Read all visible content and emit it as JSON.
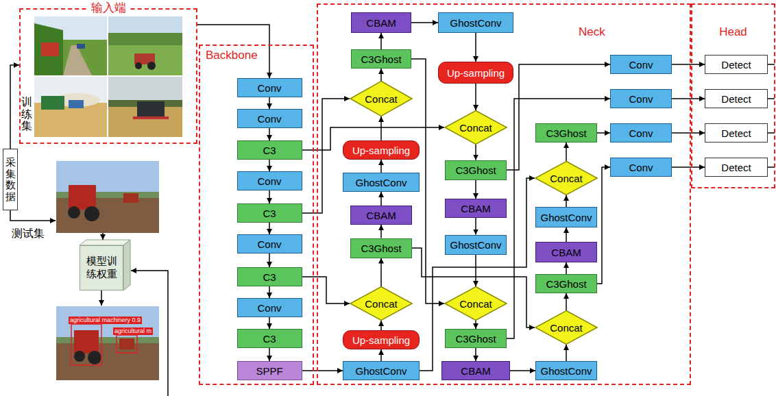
{
  "diagram": {
    "nodes": [
      {
        "text": [
          "输入端"
        ]
      },
      {
        "text": [
          "采集数据"
        ]
      },
      {
        "text": [
          "模型训练权重"
        ]
      },
      {
        "text": [
          "Backbone"
        ]
      },
      {
        "text": [
          "Conv"
        ],
        "in": 3
      },
      {
        "text": [
          "Conv"
        ],
        "in": 3
      },
      {
        "text": [
          "C3"
        ],
        "in": 3
      },
      {
        "text": [
          "Conv"
        ],
        "in": 3
      },
      {
        "text": [
          "C3"
        ],
        "in": 3
      },
      {
        "text": [
          "Conv"
        ],
        "in": 3
      },
      {
        "text": [
          "C3"
        ],
        "in": 3
      },
      {
        "text": [
          "Conv"
        ],
        "in": 3
      },
      {
        "text": [
          "C3"
        ],
        "in": 3
      },
      {
        "text": [
          "SPPF"
        ],
        "in": 3
      },
      {
        "text": [
          "Neck"
        ]
      },
      {
        "text": [
          "CBAM"
        ],
        "in": 14
      },
      {
        "text": [
          "C3Ghost"
        ],
        "in": 14
      },
      {
        "text": [
          "Concat"
        ],
        "in": 14
      },
      {
        "text": [
          "Up-sampling"
        ],
        "in": 14
      },
      {
        "text": [
          "GhostConv"
        ],
        "in": 14
      },
      {
        "text": [
          "CBAM"
        ],
        "in": 14
      },
      {
        "text": [
          "C3Ghost"
        ],
        "in": 14
      },
      {
        "text": [
          "Concat"
        ],
        "in": 14
      },
      {
        "text": [
          "Up-sampling"
        ],
        "in": 14
      },
      {
        "text": [
          "GhostConv"
        ],
        "in": 14
      },
      {
        "text": [
          "GhostConv"
        ],
        "in": 14
      },
      {
        "text": [
          "Up-sampling"
        ],
        "in": 14
      },
      {
        "text": [
          "Concat"
        ],
        "in": 14
      },
      {
        "text": [
          "C3Ghost"
        ],
        "in": 14
      },
      {
        "text": [
          "CBAM"
        ],
        "in": 14
      },
      {
        "text": [
          "GhostConv"
        ],
        "in": 14
      },
      {
        "text": [
          "Concat"
        ],
        "in": 14
      },
      {
        "text": [
          "C3Ghost"
        ],
        "in": 14
      },
      {
        "text": [
          "CBAM"
        ],
        "in": 14
      },
      {
        "text": [
          "C3Ghost"
        ],
        "in": 14
      },
      {
        "text": [
          "Concat"
        ],
        "in": 14
      },
      {
        "text": [
          "GhostConv"
        ],
        "in": 14
      },
      {
        "text": [
          "CBAM"
        ],
        "in": 14
      },
      {
        "text": [
          "C3Ghost"
        ],
        "in": 14
      },
      {
        "text": [
          "Concat"
        ],
        "in": 14
      },
      {
        "text": [
          "GhostConv"
        ],
        "in": 14
      },
      {
        "text": [
          "Conv"
        ],
        "in": 14
      },
      {
        "text": [
          "Conv"
        ],
        "in": 14
      },
      {
        "text": [
          "Conv"
        ],
        "in": 14
      },
      {
        "text": [
          "Conv"
        ],
        "in": 14
      },
      {
        "text": [
          "Head"
        ]
      },
      {
        "text": [
          "Detect"
        ],
        "in": 45
      },
      {
        "text": [
          "Detect"
        ],
        "in": 45
      },
      {
        "text": [
          "Detect"
        ],
        "in": 45
      },
      {
        "text": [
          "Detect"
        ],
        "in": 45
      }
    ],
    "edges": [
      {
        "from": 0,
        "to": 4,
        "arrow": "to"
      },
      {
        "from": 1,
        "to": 0,
        "arrow": "to"
      },
      {
        "from": 4,
        "to": 5,
        "arrow": "to"
      },
      {
        "from": 5,
        "to": 6,
        "arrow": "to"
      },
      {
        "from": 6,
        "to": 7,
        "arrow": "to"
      },
      {
        "from": 7,
        "to": 8,
        "arrow": "to"
      },
      {
        "from": 8,
        "to": 9,
        "arrow": "to"
      },
      {
        "from": 9,
        "to": 10,
        "arrow": "to"
      },
      {
        "from": 10,
        "to": 11,
        "arrow": "to"
      },
      {
        "from": 11,
        "to": 12,
        "arrow": "to"
      },
      {
        "from": 12,
        "to": 13,
        "arrow": "to"
      },
      {
        "from": 13,
        "to": 24,
        "arrow": "to"
      },
      {
        "from": 24,
        "to": 23,
        "arrow": "to"
      },
      {
        "from": 23,
        "to": 22,
        "arrow": "to"
      },
      {
        "from": 10,
        "to": 22,
        "arrow": "to"
      },
      {
        "from": 22,
        "to": 21,
        "arrow": "to"
      },
      {
        "from": 21,
        "to": 20,
        "arrow": "to"
      },
      {
        "from": 20,
        "to": 19,
        "arrow": "to"
      },
      {
        "from": 19,
        "to": 18,
        "arrow": "to"
      },
      {
        "from": 18,
        "to": 17,
        "arrow": "to"
      },
      {
        "from": 8,
        "to": 17,
        "arrow": "to"
      },
      {
        "from": 17,
        "to": 16,
        "arrow": "to"
      },
      {
        "from": 16,
        "to": 15,
        "arrow": "to"
      },
      {
        "from": 15,
        "to": 25,
        "arrow": "to"
      },
      {
        "from": 25,
        "to": 26,
        "arrow": "to"
      },
      {
        "from": 26,
        "to": 27,
        "arrow": "to"
      },
      {
        "from": 6,
        "to": 27,
        "arrow": "to"
      },
      {
        "from": 27,
        "to": 28,
        "arrow": "to"
      },
      {
        "from": 28,
        "to": 41,
        "arrow": "to"
      },
      {
        "from": 28,
        "to": 29,
        "arrow": "to"
      },
      {
        "from": 29,
        "to": 30,
        "arrow": "to"
      },
      {
        "from": 30,
        "to": 31,
        "arrow": "to"
      },
      {
        "from": 16,
        "to": 31,
        "arrow": "to"
      },
      {
        "from": 31,
        "to": 32,
        "arrow": "to"
      },
      {
        "from": 32,
        "to": 42,
        "arrow": "to"
      },
      {
        "from": 32,
        "to": 33,
        "arrow": "to"
      },
      {
        "from": 33,
        "to": 40,
        "arrow": "to"
      },
      {
        "from": 40,
        "to": 39,
        "arrow": "to"
      },
      {
        "from": 21,
        "to": 39,
        "arrow": "to"
      },
      {
        "from": 39,
        "to": 38,
        "arrow": "to"
      },
      {
        "from": 38,
        "to": 44,
        "arrow": "to"
      },
      {
        "from": 38,
        "to": 37,
        "arrow": "to"
      },
      {
        "from": 37,
        "to": 36,
        "arrow": "to"
      },
      {
        "from": 36,
        "to": 35,
        "arrow": "to"
      },
      {
        "from": 24,
        "to": 35,
        "arrow": "to"
      },
      {
        "from": 35,
        "to": 34,
        "arrow": "to"
      },
      {
        "from": 34,
        "to": 43,
        "arrow": "to"
      },
      {
        "from": 41,
        "to": 46,
        "arrow": "to"
      },
      {
        "from": 42,
        "to": 47,
        "arrow": "to"
      },
      {
        "from": 43,
        "to": 48,
        "arrow": "to"
      },
      {
        "from": 44,
        "to": 49,
        "arrow": "to"
      }
    ],
    "labels": [
      "训练集",
      "测试集",
      "agricultural machinery 0.9",
      "agricultural m"
    ]
  }
}
